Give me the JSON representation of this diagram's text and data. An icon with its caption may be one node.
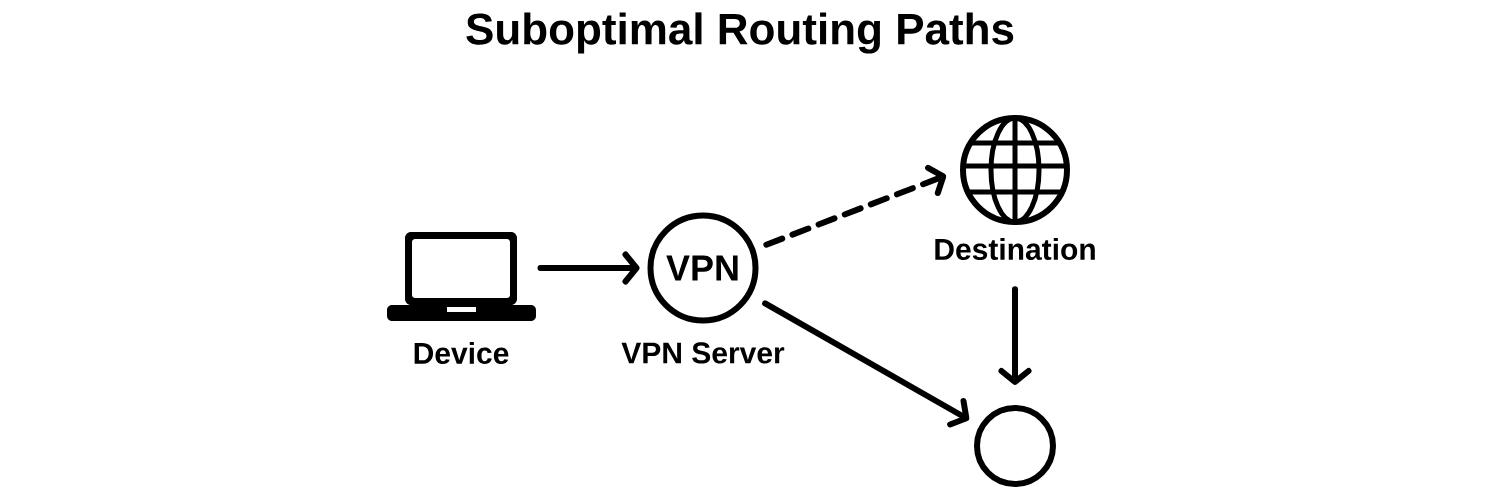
{
  "diagram": {
    "title": "Suboptimal Routing Paths",
    "nodes": [
      {
        "text": [],
        "shape": "picture",
        "beside": [
          "Device"
        ]
      },
      {
        "text": [
          "VPN"
        ],
        "beside": [
          "VPN Server"
        ]
      },
      {
        "text": [],
        "shape": "picture",
        "beside": [
          "Destination"
        ]
      },
      {
        "text": [],
        "shape": "circle"
      }
    ],
    "edges": [
      {
        "from": 0,
        "to": 1,
        "arrow": "to"
      },
      {
        "from": 1,
        "to": 2,
        "arrow": "to",
        "style": "dashed"
      },
      {
        "from": 1,
        "to": 3,
        "arrow": "to"
      },
      {
        "from": 2,
        "to": 3,
        "arrow": "to"
      }
    ]
  }
}
